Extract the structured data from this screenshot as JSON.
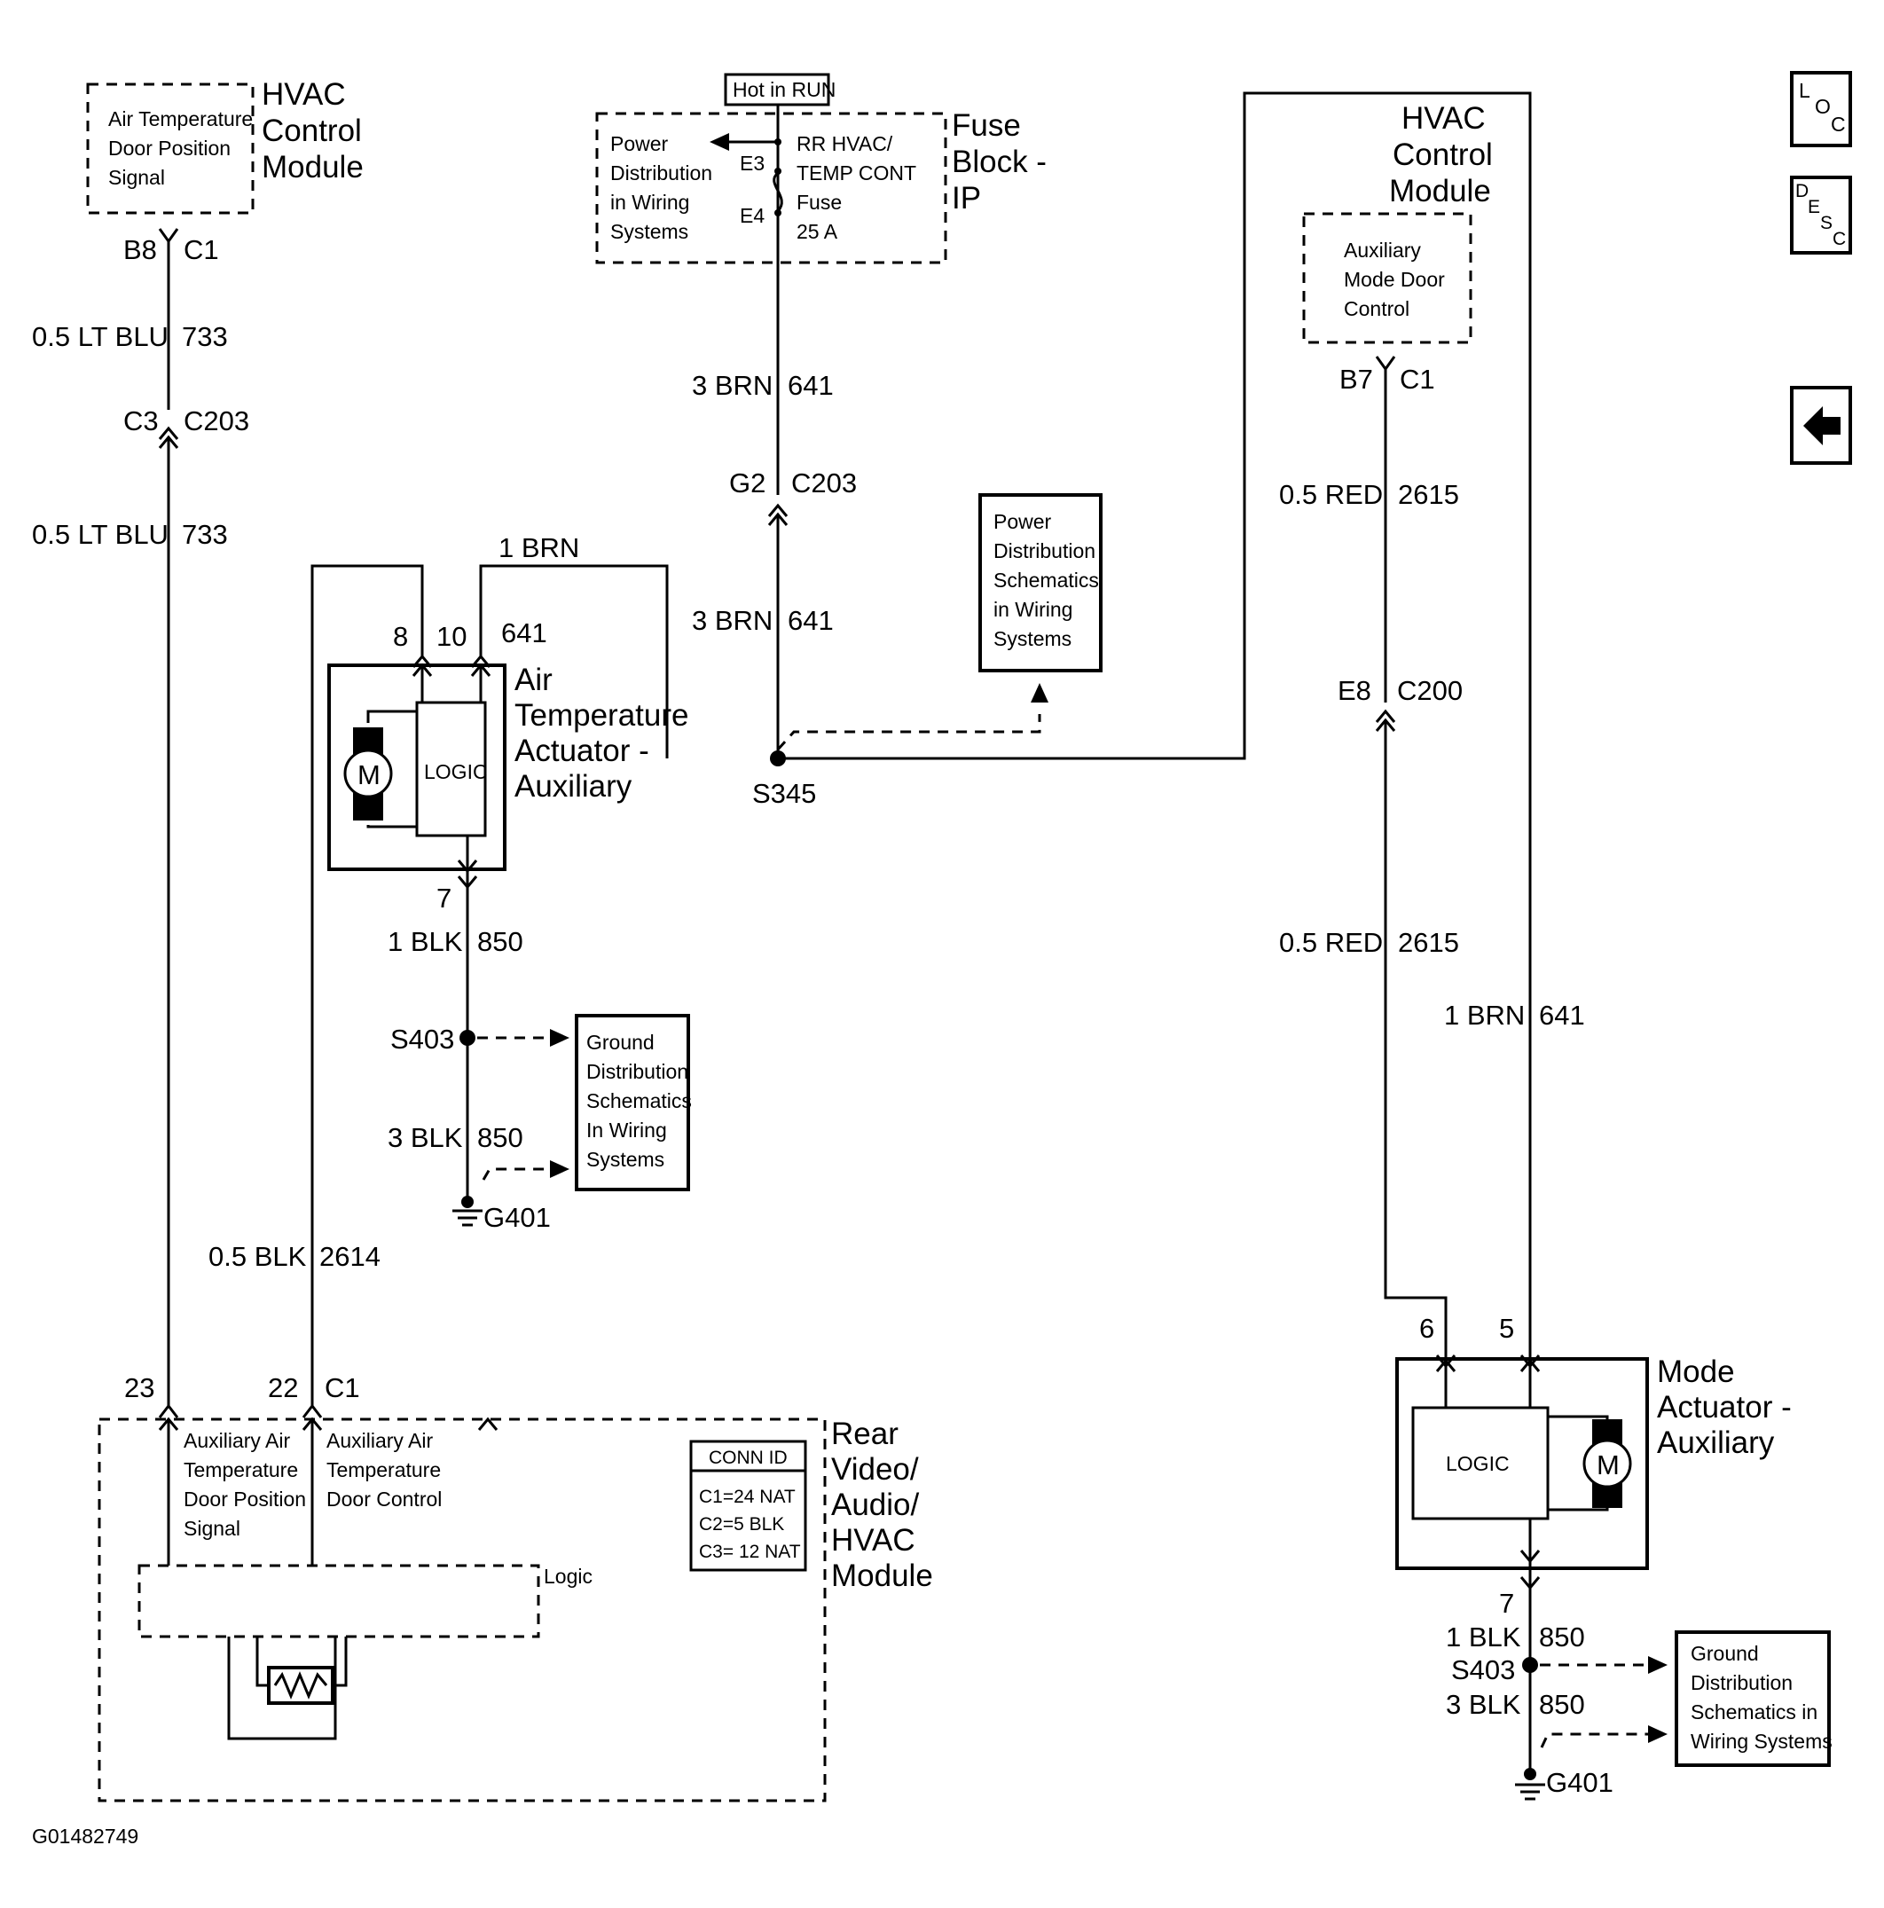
{
  "modules": {
    "hvac_left": {
      "title_lines": [
        "HVAC",
        "Control",
        "Module"
      ],
      "signal_lines": [
        "Air Temperature",
        "Door Position",
        "Signal"
      ]
    },
    "hvac_right": {
      "title_lines": [
        "HVAC",
        "Control",
        "Module"
      ],
      "signal_lines": [
        "Auxiliary",
        "Mode Door",
        "Control"
      ]
    },
    "fuse_block": {
      "title_lines": [
        "Fuse",
        "Block -",
        "IP"
      ],
      "hot_label": "Hot in RUN",
      "pd_lines": [
        "Power",
        "Distribution",
        "in Wiring",
        "Systems"
      ],
      "fuse_lines": [
        "RR HVAC/",
        "TEMP CONT",
        "Fuse",
        "25 A"
      ],
      "e3": "E3",
      "e4": "E4"
    },
    "power_ref": {
      "lines": [
        "Power",
        "Distribution",
        "Schematics",
        "in Wiring",
        "Systems"
      ]
    },
    "air_temp_actuator": {
      "title_lines": [
        "Air",
        "Temperature",
        "Actuator -",
        "Auxiliary"
      ],
      "logic": "LOGIC",
      "motor": "M"
    },
    "mode_actuator": {
      "title_lines": [
        "Mode",
        "Actuator -",
        "Auxiliary"
      ],
      "logic": "LOGIC",
      "motor": "M"
    },
    "ground_ref_left": {
      "lines": [
        "Ground",
        "Distribution",
        "Schematics",
        "In Wiring",
        "Systems"
      ]
    },
    "ground_ref_right": {
      "lines": [
        "Ground",
        "Distribution",
        "Schematics in",
        "Wiring Systems"
      ]
    },
    "rear_module": {
      "title_lines": [
        "Rear",
        "Video/",
        "Audio/",
        "HVAC",
        "Module"
      ],
      "signal_a_lines": [
        "Auxiliary Air",
        "Temperature",
        "Door Position",
        "Signal"
      ],
      "signal_b_lines": [
        "Auxiliary Air",
        "Temperature",
        "Door Control"
      ],
      "logic_label": "Logic",
      "conn_title": "CONN ID",
      "conn_rows": [
        "C1=24 NAT",
        "C2=5 BLK",
        "C3= 12 NAT"
      ]
    }
  },
  "labels": {
    "b8": "B8",
    "c1_a": "C1",
    "w733_a": "0.5 LT BLU",
    "n733_a": "733",
    "c3": "C3",
    "c203_a": "C203",
    "w733_b": "0.5 LT BLU",
    "n733_b": "733",
    "w641_a": "3 BRN",
    "n641_a": "641",
    "g2": "G2",
    "c203_b": "C203",
    "w641_b": "3 BRN",
    "n641_b": "641",
    "w1brn": "1 BRN",
    "pin8": "8",
    "pin10": "10",
    "n641_c": "641",
    "s345": "S345",
    "pin7_a": "7",
    "w850_a": "1 BLK",
    "n850_a": "850",
    "s403_a": "S403",
    "w850_b": "3 BLK",
    "n850_b": "850",
    "g401_a": "G401",
    "w2614": "0.5 BLK",
    "n2614": "2614",
    "pin23": "23",
    "pin22": "22",
    "c1_b": "C1",
    "b7": "B7",
    "c1_c": "C1",
    "w2615_a": "0.5 RED",
    "n2615_a": "2615",
    "e8": "E8",
    "c200": "C200",
    "w2615_b": "0.5 RED",
    "n2615_b": "2615",
    "w641_d": "1 BRN",
    "n641_d": "641",
    "pin6": "6",
    "pin5": "5",
    "pin7_b": "7",
    "w850_c": "1 BLK",
    "n850_c": "850",
    "s403_b": "S403",
    "w850_d": "3 BLK",
    "n850_d": "850",
    "g401_b": "G401",
    "figure_id": "G01482749"
  },
  "nav": {
    "loc": {
      "l": "L",
      "o": "O",
      "c": "C",
      "icon": "loc-icon"
    },
    "desc": {
      "d": "D",
      "e": "E",
      "s": "S",
      "c": "C",
      "icon": "desc-icon"
    },
    "back": {
      "icon": "arrow-left-icon"
    }
  }
}
